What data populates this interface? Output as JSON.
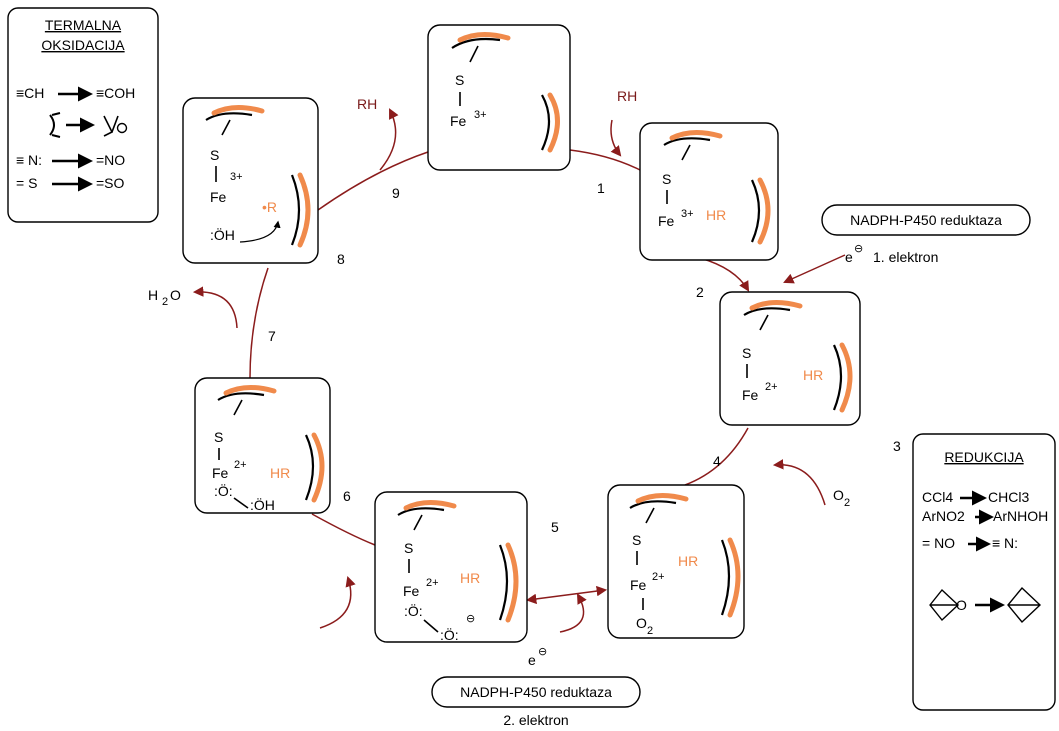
{
  "legend_oxidation": {
    "title_line1": "TERMALNA",
    "title_line2": "OKSIDACIJA",
    "rows": [
      {
        "from": "≡CH",
        "to": "≡COH"
      },
      {
        "from": "≡ N:",
        "to": "=NO"
      },
      {
        "from": "= S",
        "to": "=SO"
      }
    ]
  },
  "legend_reduction": {
    "title": "REDUKCIJA",
    "rows": [
      {
        "from": "CCl4",
        "to": "CHCl3"
      },
      {
        "from": "ArNO2",
        "to": "ArNHOH"
      },
      {
        "from": "= NO",
        "to": "≡ N:"
      },
      {
        "o_label": "O"
      }
    ]
  },
  "steps": [
    "1",
    "2",
    "3",
    "4",
    "5",
    "6",
    "7",
    "8",
    "9"
  ],
  "labels": {
    "rh_in": "RH",
    "rh_out": "RH",
    "water": "H",
    "water_sub": "2",
    "water_o": "O",
    "o2": "O",
    "o2_sub": "2",
    "electron_symbol": "e",
    "minus_charge": "⊖",
    "electron1": "1. elektron",
    "electron2": "2. elektron",
    "reductase": "NADPH-P450 reduktaza"
  },
  "hemes": {
    "s": "S",
    "fe": "Fe",
    "ox3": "3+",
    "ox2": "2+",
    "hr": "HR",
    "o": "O",
    "o_sub": "2",
    "o_radical": ":Ö:",
    "oh": ":ÖH",
    "minus": "⊖",
    "r_radical": "•R"
  }
}
